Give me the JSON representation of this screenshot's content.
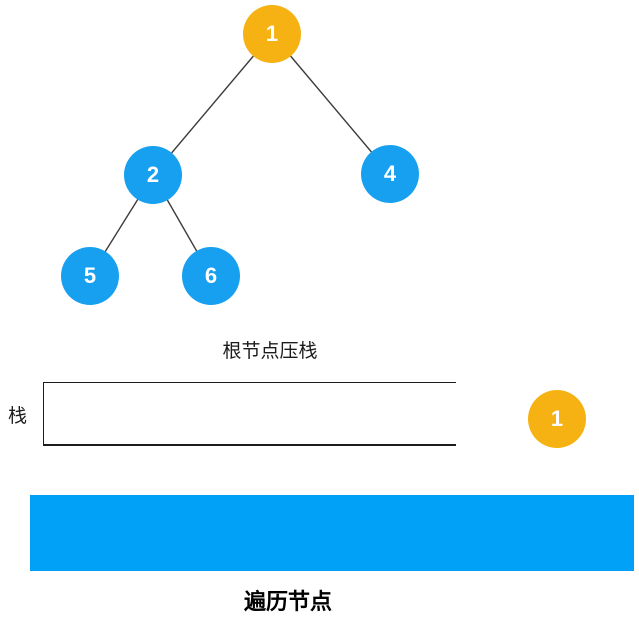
{
  "diagram": {
    "title": "binary-tree-preorder-traversal-step",
    "tree": {
      "nodes": [
        {
          "label": "1",
          "color_key": "root_orange"
        },
        {
          "label": "2",
          "color_key": "node_blue"
        },
        {
          "label": "4",
          "color_key": "node_blue"
        },
        {
          "label": "5",
          "color_key": "node_blue"
        },
        {
          "label": "6",
          "color_key": "node_blue"
        }
      ],
      "edges": [
        [
          "1",
          "2"
        ],
        [
          "1",
          "4"
        ],
        [
          "2",
          "5"
        ],
        [
          "2",
          "6"
        ]
      ]
    },
    "stack": {
      "caption": "根节点压栈",
      "label": "栈",
      "contents": [],
      "pending_node": {
        "label": "1",
        "color_key": "root_orange"
      }
    },
    "traversal": {
      "caption": "遍历节点",
      "contents": []
    }
  },
  "colors": {
    "root_orange": "#F6B212",
    "node_blue": "#18A0F0",
    "bar_blue": "#02A1F8",
    "edge_line": "#3c3c3c",
    "text": "#1c1c1c"
  }
}
